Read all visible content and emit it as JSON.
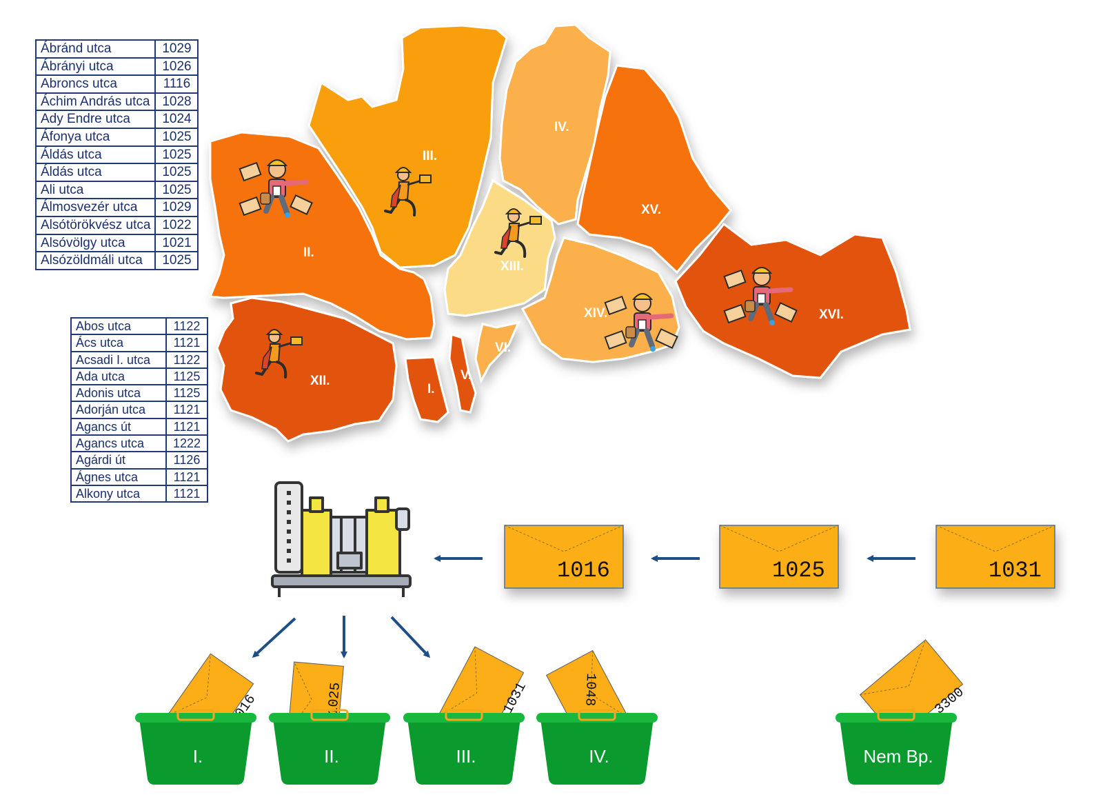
{
  "table1": [
    {
      "street": "Ábránd utca",
      "code": "1029"
    },
    {
      "street": "Ábrányi utca",
      "code": "1026"
    },
    {
      "street": "Abroncs utca",
      "code": "1116"
    },
    {
      "street": "Áchim András utca",
      "code": "1028"
    },
    {
      "street": "Ady Endre utca",
      "code": "1024"
    },
    {
      "street": "Áfonya utca",
      "code": "1025"
    },
    {
      "street": "Áldás utca",
      "code": "1025"
    },
    {
      "street": "Áldás utca",
      "code": "1025"
    },
    {
      "street": "Ali utca",
      "code": "1025"
    },
    {
      "street": "Álmosvezér utca",
      "code": "1029"
    },
    {
      "street": "Alsótörökvész utca",
      "code": "1022"
    },
    {
      "street": "Alsóvölgy utca",
      "code": "1021"
    },
    {
      "street": "Alsózöldmáli utca",
      "code": "1025"
    }
  ],
  "table2": [
    {
      "street": "Abos utca",
      "code": "1122"
    },
    {
      "street": "Ács utca",
      "code": "1121"
    },
    {
      "street": "Acsadi I. utca",
      "code": "1122"
    },
    {
      "street": "Ada utca",
      "code": "1125"
    },
    {
      "street": "Adonis utca",
      "code": "1125"
    },
    {
      "street": "Adorján utca",
      "code": "1121"
    },
    {
      "street": "Agancs út",
      "code": "1121"
    },
    {
      "street": "Agancs utca",
      "code": "1222"
    },
    {
      "street": "Agárdi út",
      "code": "1126"
    },
    {
      "street": "Ágnes utca",
      "code": "1121"
    },
    {
      "street": "Alkony utca",
      "code": "1121"
    }
  ],
  "districts": {
    "ii": "II.",
    "iii": "III.",
    "iv": "IV.",
    "xv": "XV.",
    "xiii": "XIII.",
    "xiv": "XIV.",
    "xvi": "XVI.",
    "xii": "XII.",
    "i": "I.",
    "v": "V.",
    "vi": "VI."
  },
  "queue": [
    "1016",
    "1025",
    "1031"
  ],
  "bins": [
    {
      "label": "I.",
      "letter": "1016"
    },
    {
      "label": "II.",
      "letter": "1025"
    },
    {
      "label": "III.",
      "letter": "1031"
    },
    {
      "label": "IV.",
      "letter": "1048"
    },
    {
      "label": "Nem Bp.",
      "letter": "3300"
    }
  ],
  "colors": {
    "dark_orange": "#e2520a",
    "orange": "#f57210",
    "amber": "#f99f0b",
    "light_amber": "#fbb04c",
    "pale_yellow": "#fcdb87",
    "envelope": "#fbae17",
    "bin_green": "#0a9a2e",
    "arrow": "#1d4e85",
    "table_border": "#1f3a78"
  }
}
